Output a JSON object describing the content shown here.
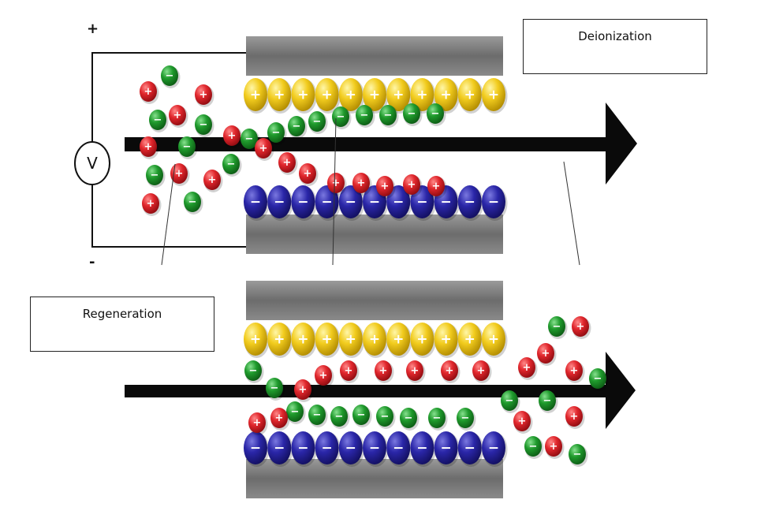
{
  "labels": {
    "deionization": "Deionization",
    "regeneration": "Regeneration",
    "positive_terminal": "+",
    "negative_terminal": "-",
    "voltmeter": "V"
  },
  "ion_symbols": {
    "positive": "+",
    "negative": "−"
  },
  "colors": {
    "cation": "#e0262c",
    "anion": "#1f9a2c",
    "positive_electrode_charge": "#f2cc1e",
    "negative_electrode_charge": "#26229a",
    "electrode_plate": "#7a7a7a",
    "flow_arrow": "#0a0a0a",
    "wire": "#111111"
  }
}
